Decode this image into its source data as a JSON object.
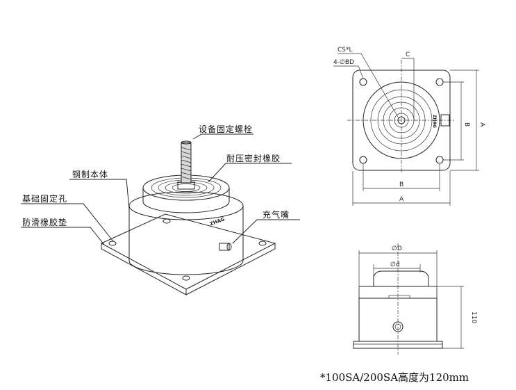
{
  "perspective_labels": {
    "bolt": "设备固定螺栓",
    "seal": "耐压密封橡胶",
    "body": "钢制本体",
    "valve": "充气嘴",
    "base_hole": "基础固定孔",
    "pad": "防滑橡胶垫"
  },
  "top_view": {
    "cs_label": "CS*L",
    "bd_label": "4-∅BD",
    "c_label": "C",
    "b_horizontal": "B",
    "a_horizontal": "A",
    "b_vertical": "B",
    "a_vertical": "A",
    "brand_mark": "ZHAG"
  },
  "side_view": {
    "outer_dia": "∅D",
    "inner_dia": "∅d",
    "height": "110"
  },
  "note": "*100SA/200SA高度为120mm",
  "perspective_brand": "ZHAG"
}
